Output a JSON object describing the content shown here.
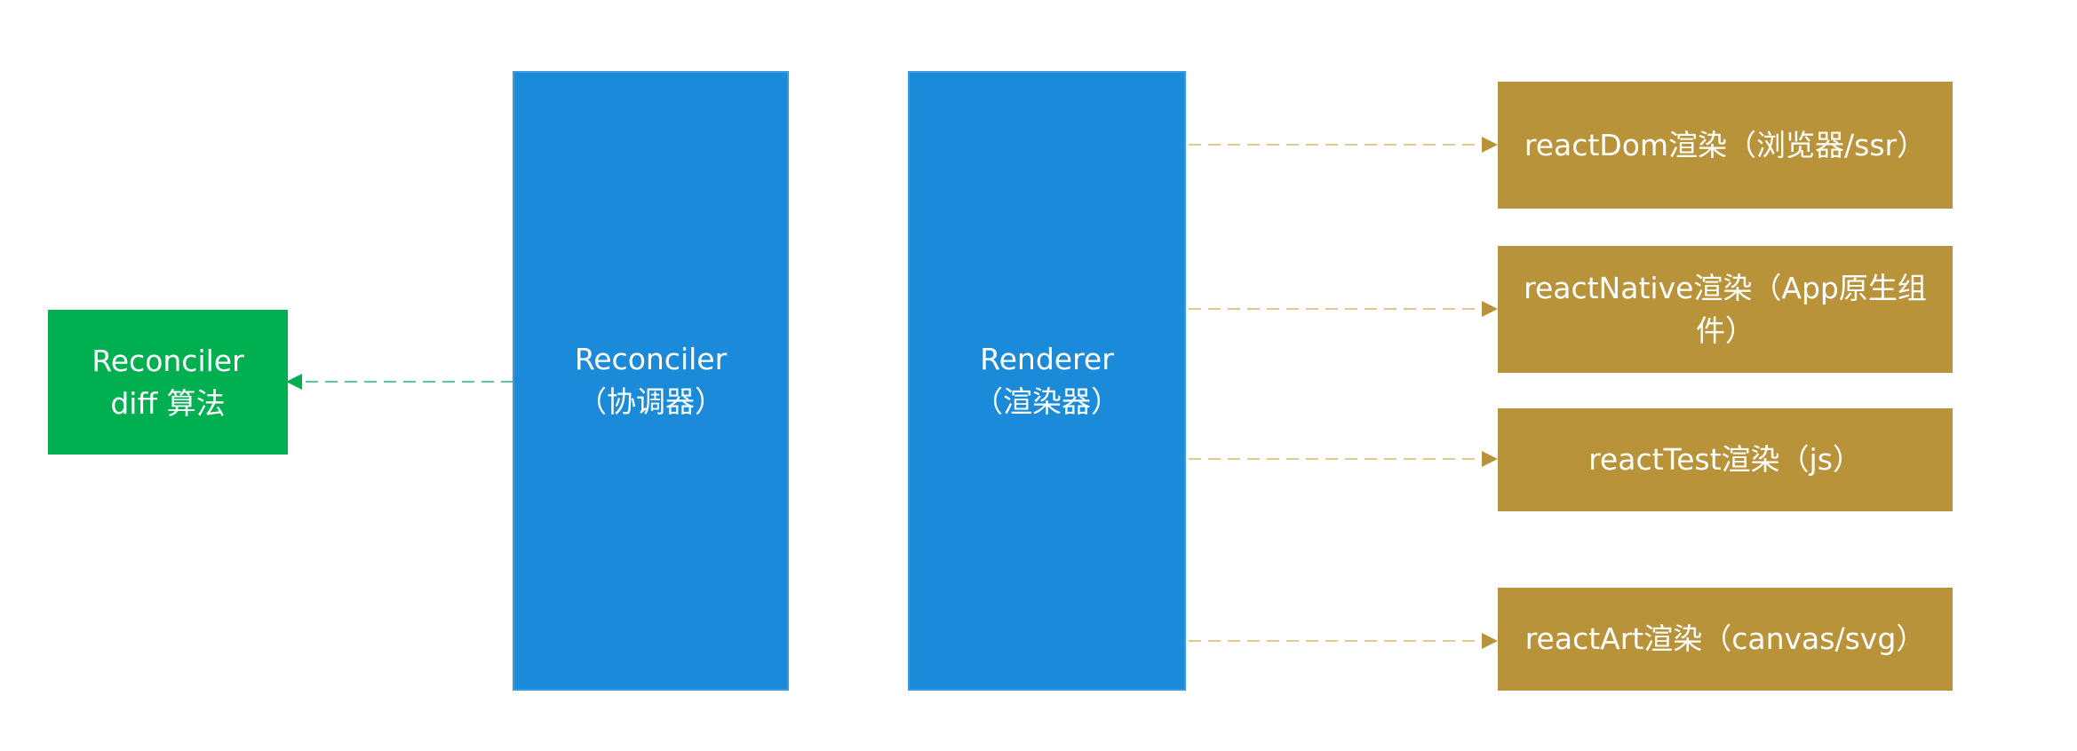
{
  "diff_box": {
    "line1": "Reconciler",
    "line2": "diff 算法"
  },
  "reconciler_box": {
    "line1": "Reconciler",
    "line2": "（协调器）"
  },
  "renderer_box": {
    "line1": "Renderer",
    "line2": "（渲染器）"
  },
  "targets": [
    {
      "label": "reactDom渲染（浏览器/ssr）"
    },
    {
      "label": "reactNative渲染（App原生组件）"
    },
    {
      "label": "reactTest渲染（js）"
    },
    {
      "label": "reactArt渲染（canvas/svg）"
    }
  ],
  "colors": {
    "green": "#00b050",
    "blue": "#1b8ad8",
    "gold": "#b8933a",
    "green_dash": "#5cc99a",
    "gold_dash": "#e2c98d"
  }
}
